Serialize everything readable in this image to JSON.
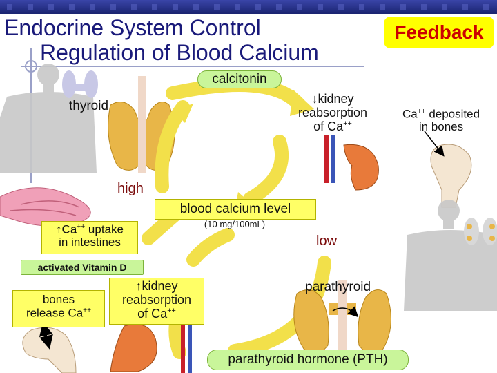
{
  "header": {
    "title_line1": "Endocrine System Control",
    "title_line2": "Regulation of Blood Calcium",
    "badge": "Feedback"
  },
  "diagram": {
    "calcitonin": "calcitonin",
    "thyroid": "thyroid",
    "kidney_top": {
      "line1": "kidney",
      "line2": "reabsorption",
      "line3_text": "of Ca",
      "line3_sup": "++"
    },
    "bones_deposit": {
      "line1_text": "Ca",
      "line1_sup": "++",
      "line1_rest": " deposited",
      "line2": "in bones"
    },
    "high": "high",
    "blood_level": "blood calcium level",
    "blood_units": "(10 mg/100mL)",
    "uptake": {
      "line1_text": "Ca",
      "line1_sup": "++",
      "line1_rest": " uptake",
      "line2": "in intestines"
    },
    "low": "low",
    "vitamin": "activated Vitamin D",
    "kidney_bottom": {
      "line1": "kidney",
      "line2": "reabsorption",
      "line3_text": "of Ca",
      "line3_sup": "++"
    },
    "bones_release": {
      "line1": "bones",
      "line2_text": "release Ca",
      "line2_sup": "++"
    },
    "parathyroid": "parathyroid",
    "pth": "parathyroid hormone (PTH)"
  },
  "colors": {
    "title": "#1a1a7a",
    "badge_bg": "#ffff00",
    "badge_text": "#cc0000",
    "arrow": "#f2e04a",
    "label_green": "#c9f59a"
  }
}
